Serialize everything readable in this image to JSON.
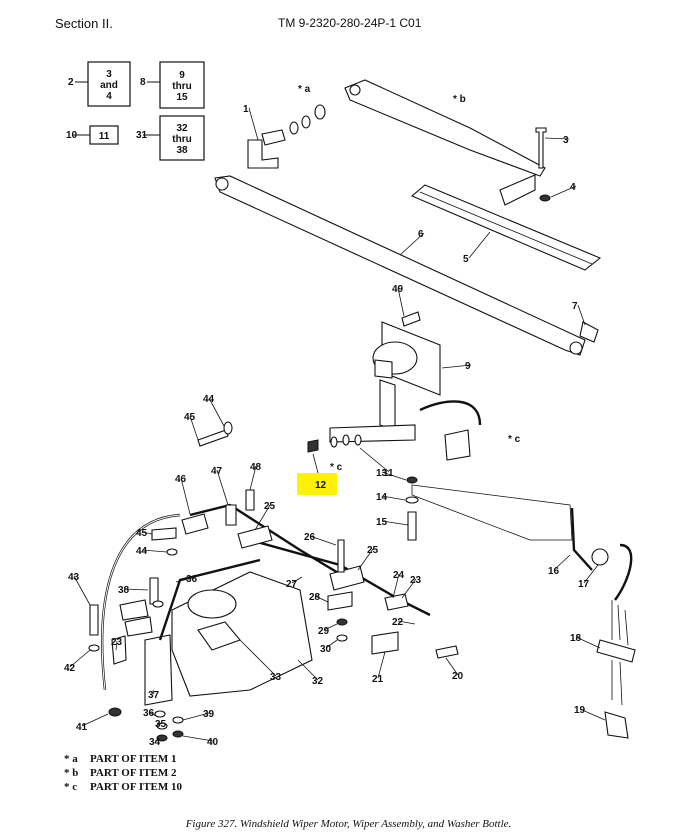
{
  "header": {
    "section": "Section II.",
    "tm_number": "TM 9-2320-280-24P-1  C01"
  },
  "ref_boxes": [
    {
      "item": "2",
      "lines": [
        "3",
        "and",
        "4"
      ]
    },
    {
      "item": "8",
      "lines": [
        "9",
        "thru",
        "15"
      ]
    },
    {
      "item": "10",
      "lines": [
        "11"
      ]
    },
    {
      "item": "31",
      "lines": [
        "32",
        "thru",
        "38"
      ]
    }
  ],
  "callouts": [
    "1",
    "3",
    "4",
    "5",
    "6",
    "7",
    "9",
    "11",
    "12",
    "13",
    "14",
    "15",
    "16",
    "17",
    "18",
    "19",
    "20",
    "21",
    "22",
    "23",
    "24",
    "25",
    "26",
    "27",
    "28",
    "29",
    "30",
    "32",
    "33",
    "34",
    "35",
    "36",
    "37",
    "38",
    "39",
    "40",
    "41",
    "42",
    "43",
    "44",
    "45",
    "46",
    "47",
    "48",
    "49"
  ],
  "group_marks": [
    "a",
    "b",
    "c"
  ],
  "highlight": {
    "callout": "12",
    "color": "#fff200"
  },
  "legend": [
    {
      "mark": "a",
      "text": "PART OF ITEM 1"
    },
    {
      "mark": "b",
      "text": "PART OF ITEM 2"
    },
    {
      "mark": "c",
      "text": "PART OF ITEM 10"
    }
  ],
  "caption": "Figure 327.  Windshield Wiper Motor, Wiper Assembly, and Washer Bottle."
}
